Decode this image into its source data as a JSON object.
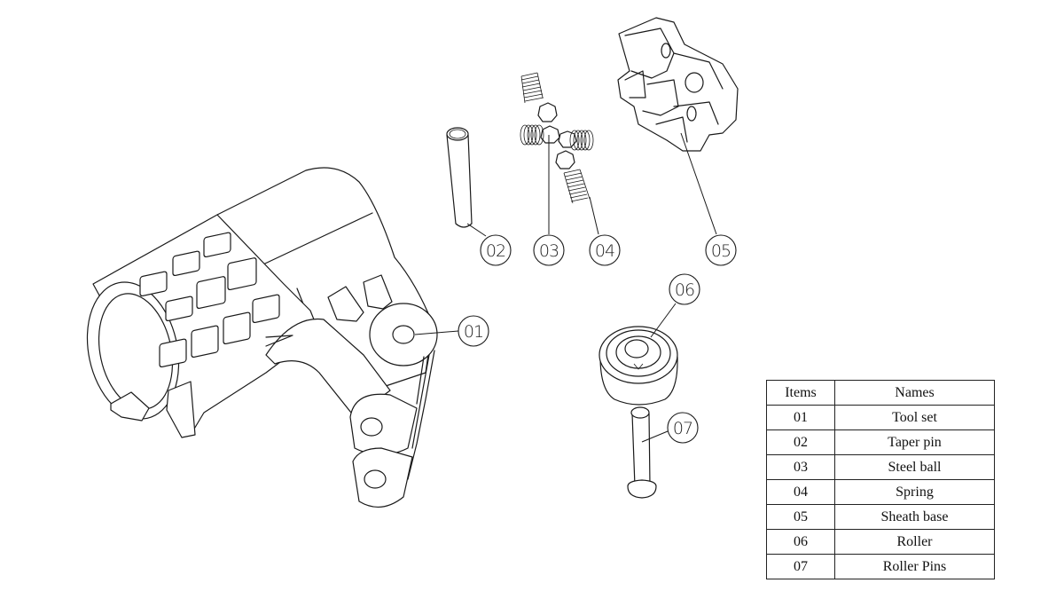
{
  "drawing": {
    "balloons": [
      {
        "id": "01",
        "part": "tool-set"
      },
      {
        "id": "02",
        "part": "taper-pin"
      },
      {
        "id": "03",
        "part": "steel-ball"
      },
      {
        "id": "04",
        "part": "spring"
      },
      {
        "id": "05",
        "part": "sheath-base"
      },
      {
        "id": "06",
        "part": "roller"
      },
      {
        "id": "07",
        "part": "roller-pins"
      }
    ],
    "line_color": "#1a1a1a"
  },
  "parts_table": {
    "headers": {
      "items": "Items",
      "names": "Names"
    },
    "rows": [
      {
        "item": "01",
        "name": "Tool set"
      },
      {
        "item": "02",
        "name": "Taper pin"
      },
      {
        "item": "03",
        "name": "Steel ball"
      },
      {
        "item": "04",
        "name": "Spring"
      },
      {
        "item": "05",
        "name": "Sheath base"
      },
      {
        "item": "06",
        "name": "Roller"
      },
      {
        "item": "07",
        "name": "Roller Pins"
      }
    ]
  }
}
